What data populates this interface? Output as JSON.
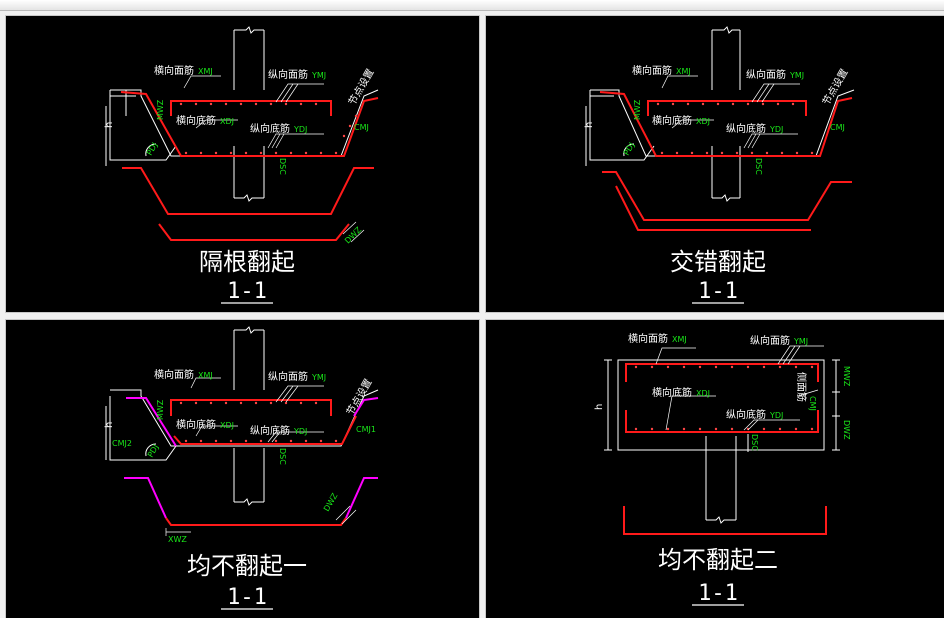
{
  "panels": [
    {
      "title": "隔根翻起",
      "section": "1-1",
      "labels": {
        "top_transverse": "横向面筋",
        "top_transverse_code": "XMJ",
        "top_longitudinal": "纵向面筋",
        "top_longitudinal_code": "YMJ",
        "bottom_transverse": "横向底筋",
        "bottom_transverse_code": "XDJ",
        "bottom_longitudinal": "纵向底筋",
        "bottom_longitudinal_code": "YDJ",
        "node_setting": "节点设置",
        "cmj": "CMJ",
        "mwz": "MWZ",
        "pdj": "PDJ",
        "dsc": "DSC",
        "h": "h",
        "dwz": "DWZ"
      }
    },
    {
      "title": "交错翻起",
      "section": "1-1",
      "labels": {
        "top_transverse": "横向面筋",
        "top_transverse_code": "XMJ",
        "top_longitudinal": "纵向面筋",
        "top_longitudinal_code": "YMJ",
        "bottom_transverse": "横向底筋",
        "bottom_transverse_code": "XDJ",
        "bottom_longitudinal": "纵向底筋",
        "bottom_longitudinal_code": "YDJ",
        "node_setting": "节点设置",
        "cmj": "CMJ",
        "mwz": "MWZ",
        "pdj": "PDJ",
        "dsc": "DSC",
        "h": "h"
      }
    },
    {
      "title": "均不翻起一",
      "section": "1-1",
      "labels": {
        "top_transverse": "横向面筋",
        "top_transverse_code": "XMJ",
        "top_longitudinal": "纵向面筋",
        "top_longitudinal_code": "YMJ",
        "bottom_transverse": "横向底筋",
        "bottom_transverse_code": "XDJ",
        "bottom_longitudinal": "纵向底筋",
        "bottom_longitudinal_code": "YDJ",
        "node_setting": "节点设置",
        "cmj1": "CMJ1",
        "cmj2": "CMJ2",
        "mwz": "MWZ",
        "pdj": "PDJ",
        "dsc": "DSC",
        "h": "h",
        "dwz": "DWZ",
        "xwz": "XWZ"
      }
    },
    {
      "title": "均不翻起二",
      "section": "1-1",
      "labels": {
        "top_transverse": "横向面筋",
        "top_transverse_code": "XMJ",
        "top_longitudinal": "纵向面筋",
        "top_longitudinal_code": "YMJ",
        "bottom_transverse": "横向底筋",
        "bottom_transverse_code": "XDJ",
        "bottom_longitudinal": "纵向底筋",
        "bottom_longitudinal_code": "YDJ",
        "side_bar": "侧面筋",
        "cmj": "CMJ",
        "mwz": "MWZ",
        "dwz": "DWZ",
        "dsc": "DSC",
        "h": "h"
      }
    }
  ]
}
